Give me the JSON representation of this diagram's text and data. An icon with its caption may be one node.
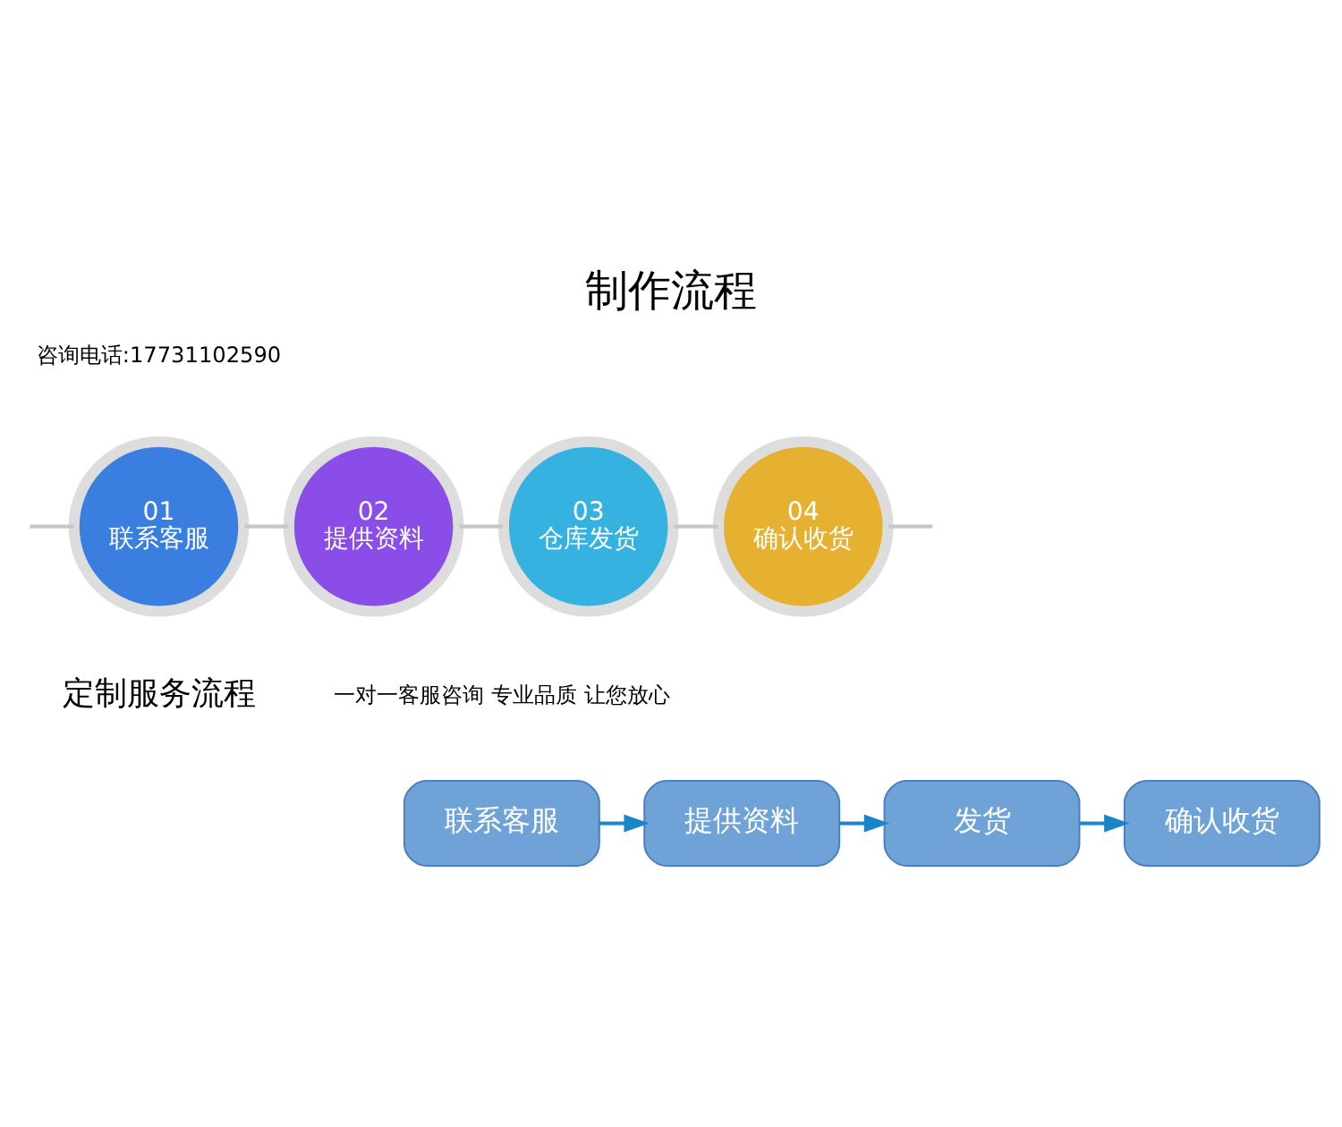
{
  "diagram": {
    "title": "制作流程",
    "nodes": [
      {
        "text": [
          "01",
          "联系客服"
        ]
      },
      {
        "text": [
          "02",
          "提供资料"
        ]
      },
      {
        "text": [
          "03",
          "仓库发货"
        ]
      },
      {
        "text": [
          "04",
          "确认收货"
        ]
      },
      {
        "text": [
          "联系客服"
        ]
      },
      {
        "text": [
          "提供资料"
        ]
      },
      {
        "text": [
          "发货"
        ]
      },
      {
        "text": [
          "确认收货"
        ]
      }
    ],
    "edges": [
      {
        "from": null,
        "to": 0,
        "arrow": "none",
        "color": "#c8c8c8"
      },
      {
        "from": 0,
        "to": 1,
        "arrow": "none",
        "color": "#c8c8c8"
      },
      {
        "from": 1,
        "to": 2,
        "arrow": "none",
        "color": "#c8c8c8"
      },
      {
        "from": 2,
        "to": 3,
        "arrow": "none",
        "color": "#c8c8c8"
      },
      {
        "from": 3,
        "to": null,
        "arrow": "none",
        "color": "#c8c8c8"
      },
      {
        "from": 4,
        "to": 5,
        "arrow": "to",
        "color": "#1a86c8"
      },
      {
        "from": 5,
        "to": 6,
        "arrow": "to",
        "color": "#1a86c8"
      },
      {
        "from": 6,
        "to": 7,
        "arrow": "to",
        "color": "#1a86c8"
      }
    ],
    "labels": [
      "咨询电话:17731102590",
      "定制服务流程",
      "一对一客服咨询 专业品质 让您放心"
    ]
  }
}
